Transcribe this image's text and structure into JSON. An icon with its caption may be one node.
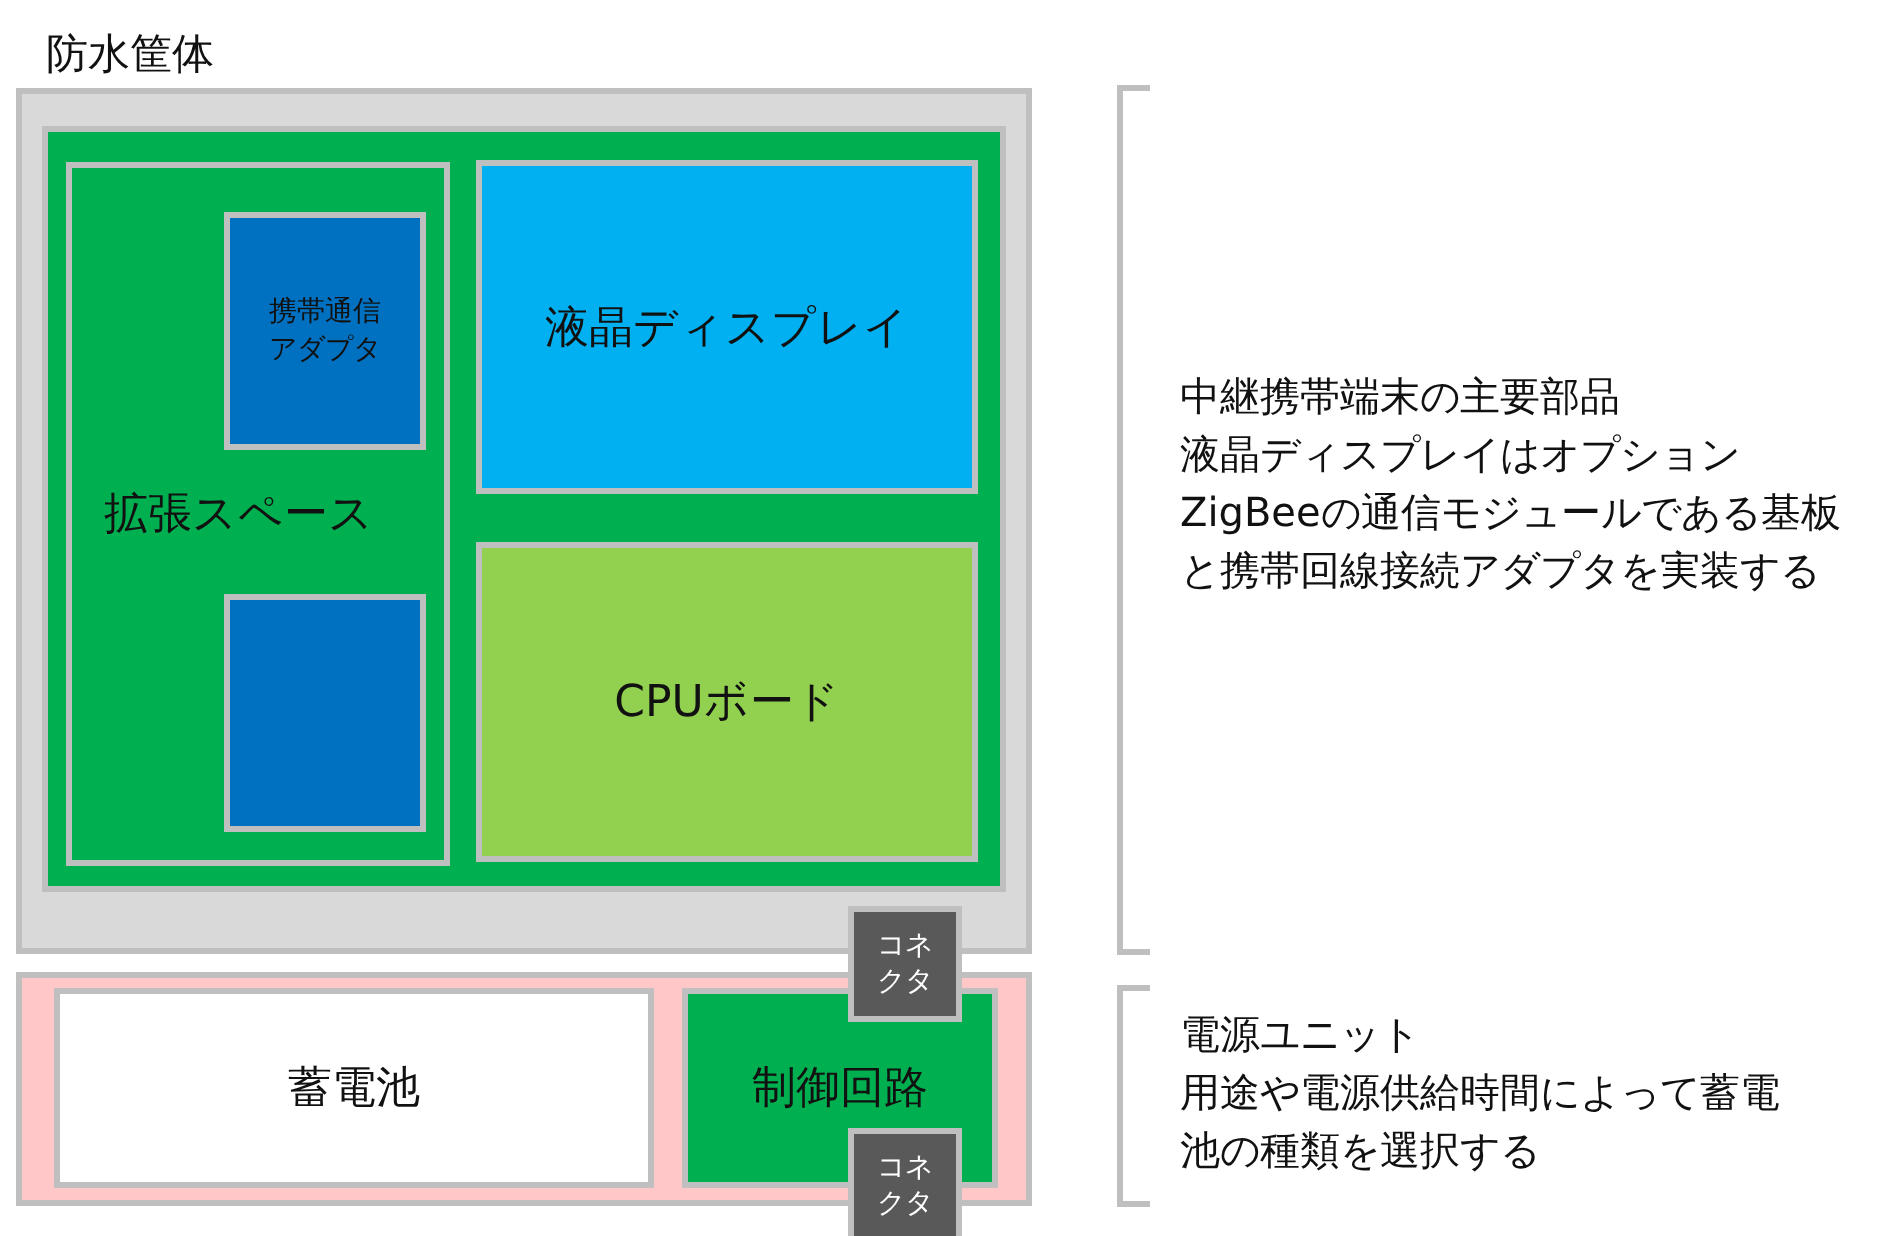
{
  "diagram": {
    "nodes": [
      {
        "text": [
          "防水筐体"
        ]
      },
      {
        "text": [],
        "shape": "box",
        "in": 0
      },
      {
        "text": [
          "拡張スペース"
        ],
        "in": 1
      },
      {
        "text": [
          "携帯通信アダプタ"
        ],
        "in": 2
      },
      {
        "text": [],
        "shape": "box",
        "in": 2
      },
      {
        "text": [
          "液晶ディスプレイ"
        ],
        "in": 1
      },
      {
        "text": [
          "CPUボード"
        ],
        "in": 1
      },
      {
        "text": [
          "コネクタ"
        ]
      },
      {
        "text": [],
        "shape": "box"
      },
      {
        "text": [
          "蓄電池"
        ],
        "in": 8
      },
      {
        "text": [
          "制御回路"
        ],
        "in": 8
      },
      {
        "text": [
          "コネクタ"
        ]
      }
    ],
    "edges": [],
    "labels": [
      "中継携帯端末の主要部品",
      "液晶ディスプレイはオプション",
      "ZigBeeの通信モジュールである基板と携帯回線接続アダプタを実装する",
      "電源ユニット",
      "用途や電源供給時間によって蓄電池の種類を選択する"
    ]
  }
}
